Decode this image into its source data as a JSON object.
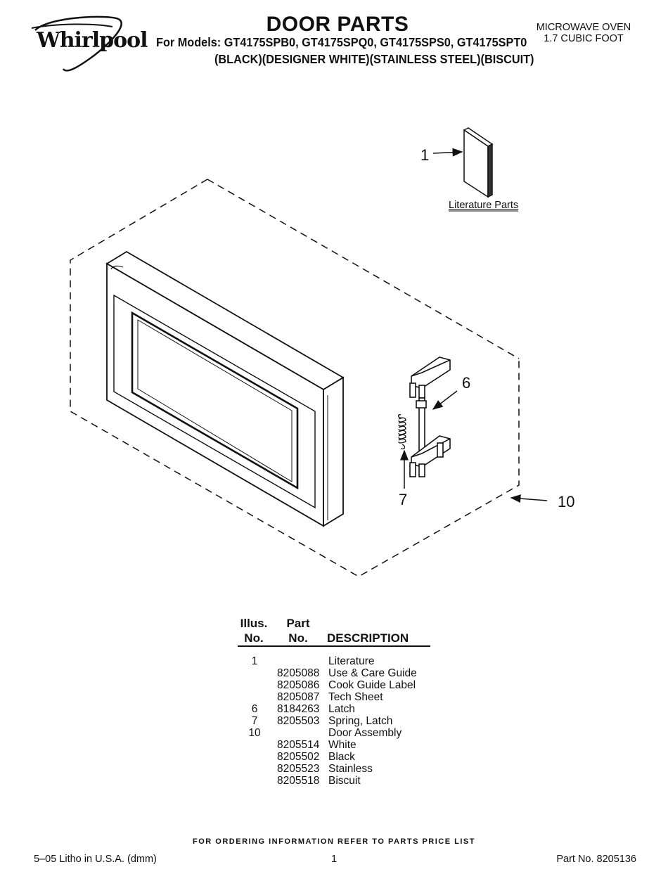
{
  "header": {
    "brand": "Whirlpool",
    "title": "DOOR PARTS",
    "models": "For Models: GT4175SPB0, GT4175SPQ0, GT4175SPS0, GT4175SPT0",
    "colors": "(BLACK)(DESIGNER WHITE)(STAINLESS STEEL)(BISCUIT)",
    "appliance_line1": "MICROWAVE OVEN",
    "appliance_line2": "1.7 CUBIC FOOT"
  },
  "diagram": {
    "callouts": {
      "c1": "1",
      "c6": "6",
      "c7": "7",
      "c10": "10"
    },
    "literature_label": "Literature Parts"
  },
  "parts_table": {
    "headers": {
      "illus_line1": "Illus.",
      "illus_line2": "No.",
      "part_line1": "Part",
      "part_line2": "No.",
      "description": "DESCRIPTION"
    },
    "rows": [
      {
        "illus": "1",
        "part": "",
        "desc": "Literature"
      },
      {
        "illus": "",
        "part": "8205088",
        "desc": "Use & Care Guide"
      },
      {
        "illus": "",
        "part": "8205086",
        "desc": "Cook Guide Label"
      },
      {
        "illus": "",
        "part": "8205087",
        "desc": "Tech Sheet"
      },
      {
        "illus": "6",
        "part": "8184263",
        "desc": "Latch"
      },
      {
        "illus": "7",
        "part": "8205503",
        "desc": "Spring, Latch"
      },
      {
        "illus": "10",
        "part": "",
        "desc": "Door Assembly"
      },
      {
        "illus": "",
        "part": "8205514",
        "desc": "White"
      },
      {
        "illus": "",
        "part": "8205502",
        "desc": "Black"
      },
      {
        "illus": "",
        "part": "8205523",
        "desc": "Stainless"
      },
      {
        "illus": "",
        "part": "8205518",
        "desc": "Biscuit"
      }
    ]
  },
  "footer": {
    "ordering_note": "FOR ORDERING INFORMATION REFER TO PARTS PRICE LIST",
    "litho": "5–05 Litho in U.S.A. (dmm)",
    "page": "1",
    "part_no": "Part No. 8205136"
  }
}
